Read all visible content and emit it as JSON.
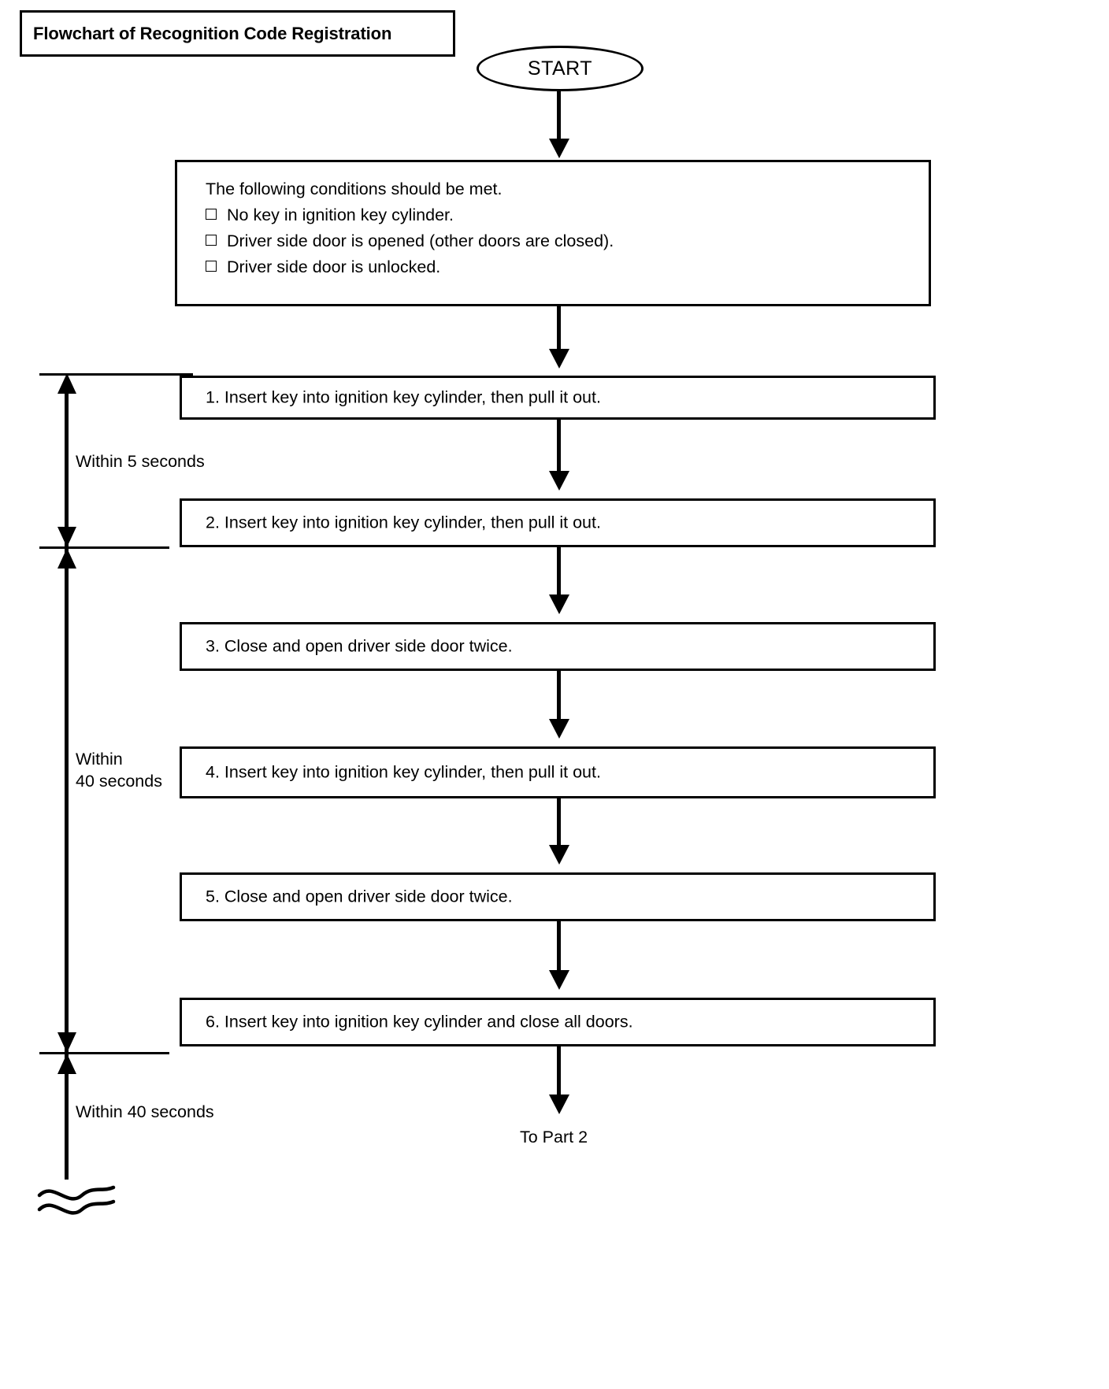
{
  "title": {
    "text": "Flowchart of Recognition Code Registration"
  },
  "start": {
    "label": "START"
  },
  "conditions": {
    "heading": "The following conditions should be met.",
    "items": [
      "No key in ignition key cylinder.",
      "Driver side door is opened (other doors are closed).",
      "Driver side door is unlocked."
    ]
  },
  "steps": [
    {
      "text": "1. Insert key into ignition key cylinder, then pull it out."
    },
    {
      "text": "2. Insert key into ignition key cylinder, then pull it out."
    },
    {
      "text": "3. Close and open driver side door twice."
    },
    {
      "text": "4. Insert key into ignition key cylinder, then pull it out."
    },
    {
      "text": "5. Close and open driver side door twice."
    },
    {
      "text": "6. Insert key into ignition key cylinder and close all doors."
    }
  ],
  "timings": {
    "first": "Within 5 seconds",
    "second_line1": "Within",
    "second_line2": "40 seconds",
    "third": "Within 40 seconds"
  },
  "footer": {
    "to_part": "To Part 2"
  },
  "colors": {
    "ink": "#000000",
    "paper": "#ffffff"
  }
}
